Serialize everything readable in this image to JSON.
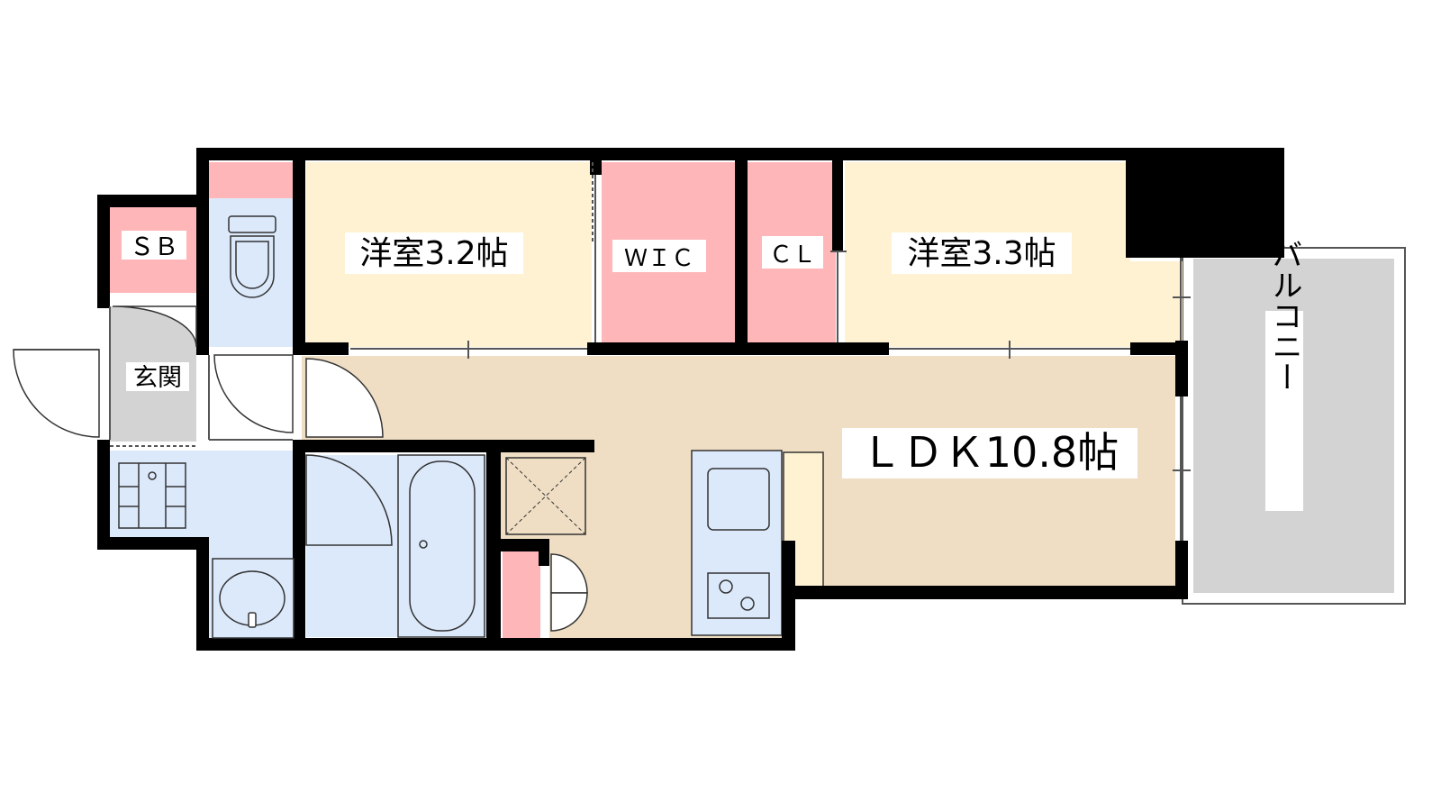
{
  "floor_plan": {
    "rooms": {
      "western_room_1": {
        "label": "洋室3.2帖",
        "color": "#fff2d3"
      },
      "western_room_2": {
        "label": "洋室3.3帖",
        "color": "#fff2d3"
      },
      "walk_in_closet": {
        "label": "ＷＩＣ",
        "color": "#ffb6b9"
      },
      "closet": {
        "label": "ＣＬ",
        "color": "#ffb6b9"
      },
      "ldk": {
        "label": "ＬＤＫ10.8帖",
        "color": "#efdec4"
      },
      "balcony": {
        "label": "バルコニー",
        "color": "#d3d3d3"
      },
      "shoe_box": {
        "label": "ＳＢ",
        "color": "#ffb6b9"
      },
      "entrance": {
        "label": "玄関",
        "color": "#d3d3d3"
      }
    },
    "colors": {
      "wall": "#000000",
      "wet_area": "#dce9fb",
      "storage": "#ffb6b9",
      "fixture_line": "#333333"
    }
  }
}
